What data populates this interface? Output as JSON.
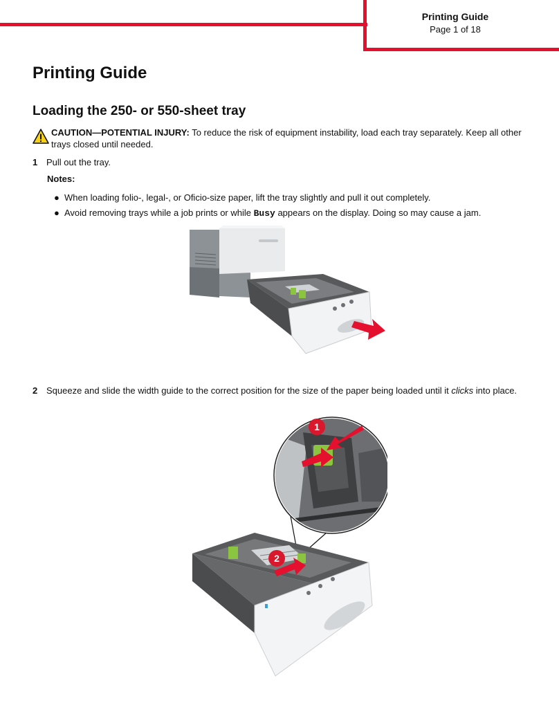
{
  "header": {
    "title": "Printing Guide",
    "page": "Page 1 of 18"
  },
  "doc": {
    "title": "Printing Guide",
    "section_title": "Loading the 250- or 550-sheet tray"
  },
  "caution": {
    "label": "CAUTION—POTENTIAL INJURY:",
    "text": " To reduce the risk of equipment instability, load each tray separately. Keep all other trays closed until needed."
  },
  "steps": [
    {
      "number": "1",
      "text": "Pull out the tray."
    },
    {
      "number": "2",
      "text_before": "Squeeze and slide the width guide to the correct position for the size of the paper being loaded until it ",
      "text_emphasis": "clicks",
      "text_after": " into place."
    }
  ],
  "notes": {
    "label": "Notes:",
    "items": [
      {
        "text": "When loading folio-, legal-, or Oficio-size paper, lift the tray slightly and pull it out completely."
      },
      {
        "text_before": "Avoid removing trays while a job prints or while ",
        "code": "Busy",
        "text_after": " appears on the display. Doing so may cause a jam."
      }
    ]
  },
  "illustration_callouts": [
    "1",
    "2"
  ],
  "colors": {
    "accent_red": "#e4102e",
    "caution_yellow": "#f7d117",
    "guide_green": "#8bc53f"
  },
  "icons": [
    "caution-triangle-icon",
    "pull-arrow-icon",
    "squeeze-arrow-icon"
  ]
}
